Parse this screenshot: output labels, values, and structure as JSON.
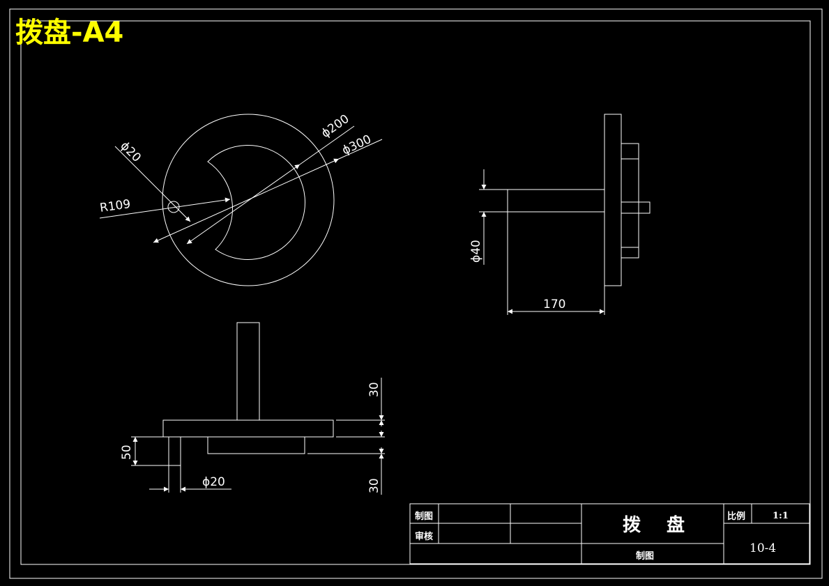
{
  "drawing": {
    "sheet_title": "拨盘-A4",
    "front_view_dims": {
      "d20": "ϕ20",
      "d200": "ϕ200",
      "d300": "ϕ300",
      "r109": "R109"
    },
    "side_view_dims": {
      "d40": "ϕ40",
      "len170": "170"
    },
    "bottom_view_dims": {
      "h30_top": "30",
      "h50": "50",
      "d20": "ϕ20",
      "h30_bottom": "30"
    }
  },
  "title_block": {
    "drawn_label": "制图",
    "check_label": "审核",
    "part_name": "拨 盘",
    "scale_label": "比例",
    "scale_value": "1:1",
    "drawing_no": "10-4",
    "unit_label": "制图"
  },
  "colors": {
    "background": "#000000",
    "line": "#ffffff",
    "title": "#ffff00"
  }
}
